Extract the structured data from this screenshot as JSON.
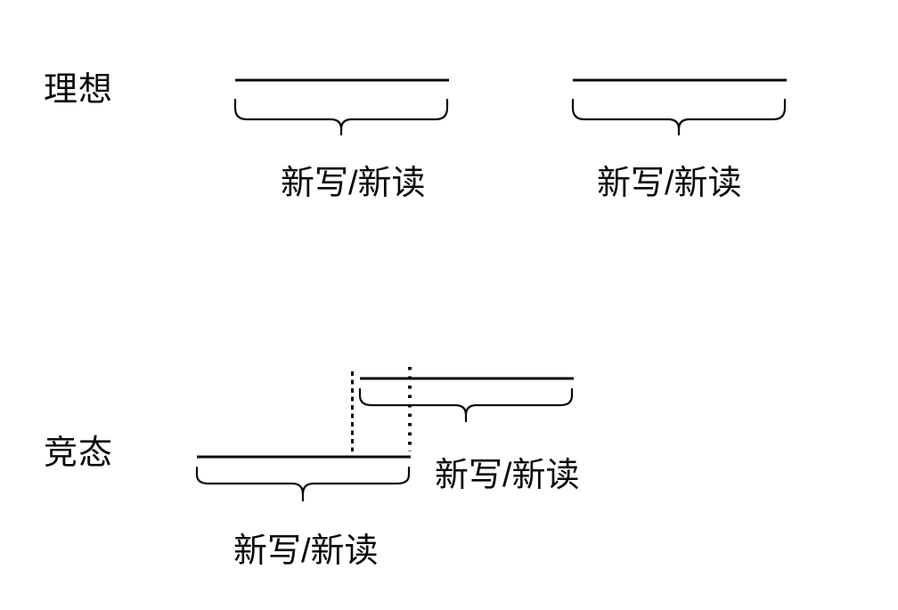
{
  "page": {
    "background": "#ffffff",
    "ink": "#0a0a0a"
  },
  "sections": {
    "ideal": {
      "row_label": "理想",
      "segments": [
        {
          "label": "新写/新读"
        },
        {
          "label": "新写/新读"
        }
      ]
    },
    "race": {
      "row_label": "竞态",
      "segments": [
        {
          "label": "新写/新读"
        },
        {
          "label": "新写/新读"
        }
      ]
    }
  }
}
